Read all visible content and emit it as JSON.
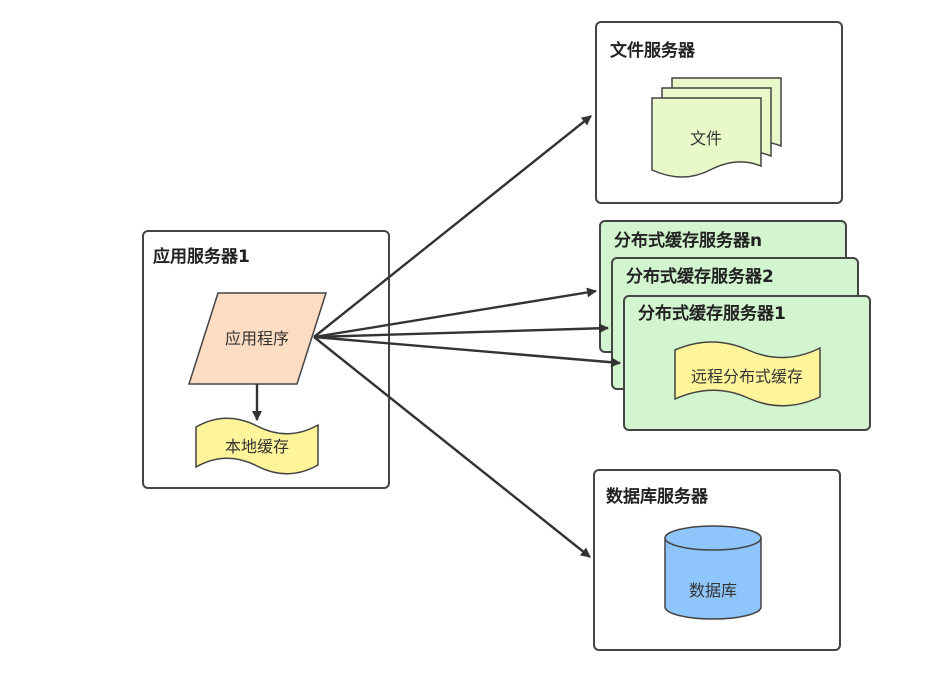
{
  "app_server": {
    "title": "应用服务器1",
    "app_label": "应用程序",
    "local_cache_label": "本地缓存"
  },
  "file_server": {
    "title": "文件服务器",
    "file_label": "文件"
  },
  "cache_servers": {
    "titles": [
      "分布式缓存服务器n",
      "分布式缓存服务器2",
      "分布式缓存服务器1"
    ],
    "remote_cache_label": "远程分布式缓存"
  },
  "db_server": {
    "title": "数据库服务器",
    "db_label": "数据库"
  },
  "colors": {
    "app_fill": "#fcdcc2",
    "cache_fill": "#fef59a",
    "file_fill": "#e8f8c8",
    "cache_server_fill": "#d2f5cf",
    "db_fill": "#8ec6fb",
    "stroke": "#444444"
  }
}
